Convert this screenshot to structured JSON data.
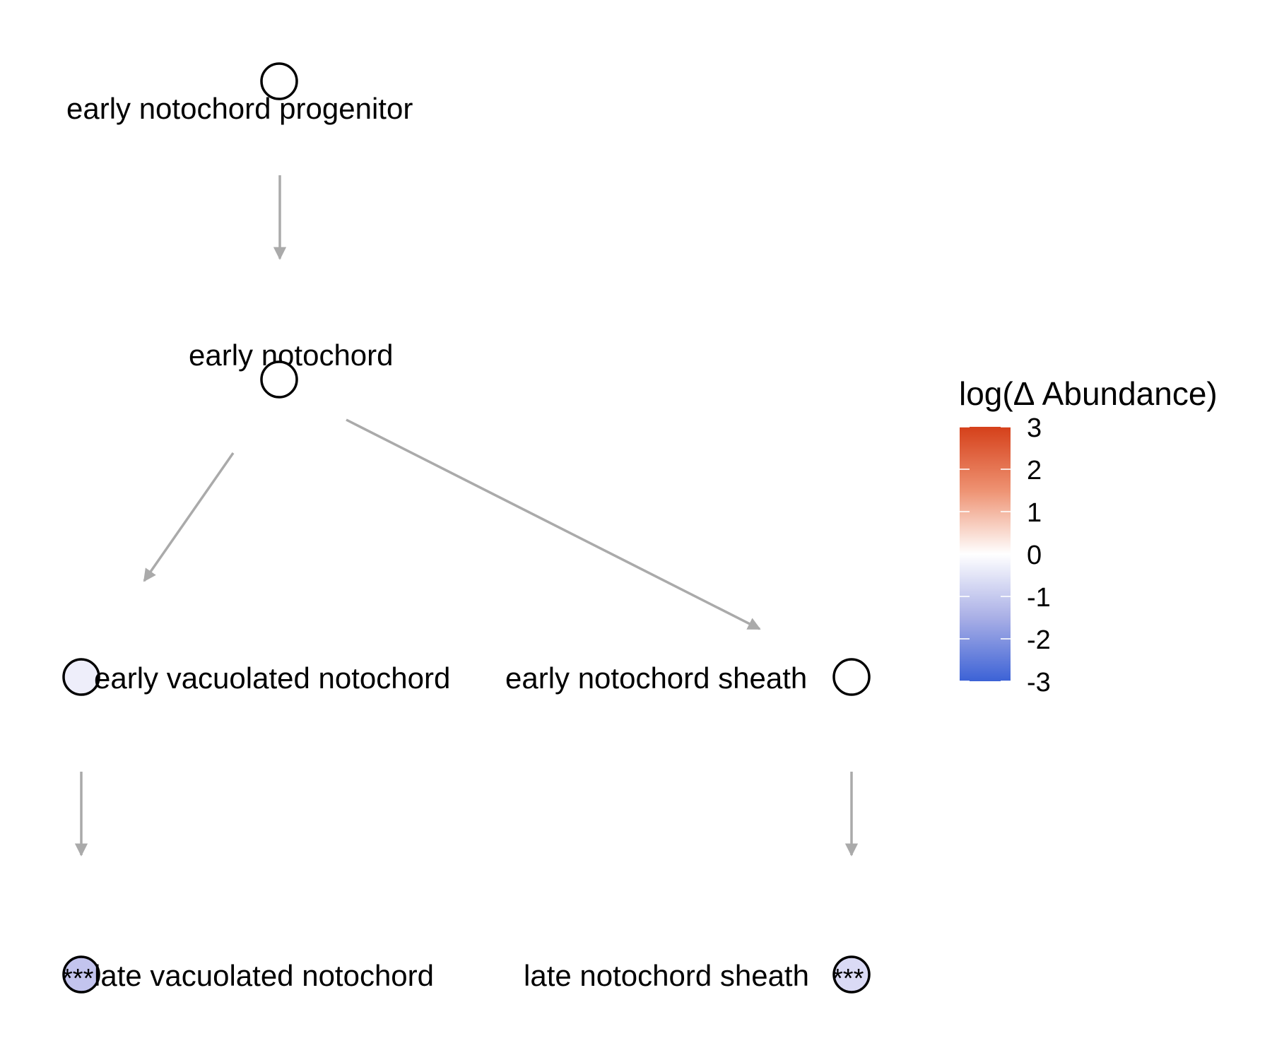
{
  "diagram": {
    "nodes": [
      {
        "id": "early-notochord-progenitor",
        "label": "early notochord progenitor",
        "value": 0,
        "significance": ""
      },
      {
        "id": "early-notochord",
        "label": "early notochord",
        "value": 0,
        "significance": ""
      },
      {
        "id": "early-vacuolated-notochord",
        "label": "early vacuolated notochord",
        "value": -0.25,
        "significance": ""
      },
      {
        "id": "early-notochord-sheath",
        "label": "early notochord sheath",
        "value": 0,
        "significance": ""
      },
      {
        "id": "late-vacuolated-notochord",
        "label": "late vacuolated notochord",
        "value": -1.1,
        "significance": "***"
      },
      {
        "id": "late-notochord-sheath",
        "label": "late notochord sheath",
        "value": -0.65,
        "significance": "***"
      }
    ],
    "edges": [
      {
        "from": "early-notochord-progenitor",
        "to": "early-notochord"
      },
      {
        "from": "early-notochord",
        "to": "early-vacuolated-notochord"
      },
      {
        "from": "early-notochord",
        "to": "early-notochord-sheath"
      },
      {
        "from": "early-vacuolated-notochord",
        "to": "late-vacuolated-notochord"
      },
      {
        "from": "early-notochord-sheath",
        "to": "late-notochord-sheath"
      }
    ]
  },
  "legend": {
    "title": "log(Δ Abundance)",
    "ticks": [
      "3",
      "2",
      "1",
      "0",
      "-1",
      "-2",
      "-3"
    ],
    "colors": {
      "high": "#d5401a",
      "mid": "#ffffff",
      "low": "#3c62d6"
    },
    "range": [
      -3,
      3
    ]
  },
  "colors": {
    "edge": "#aaaaaa",
    "node_stroke": "#000000"
  }
}
